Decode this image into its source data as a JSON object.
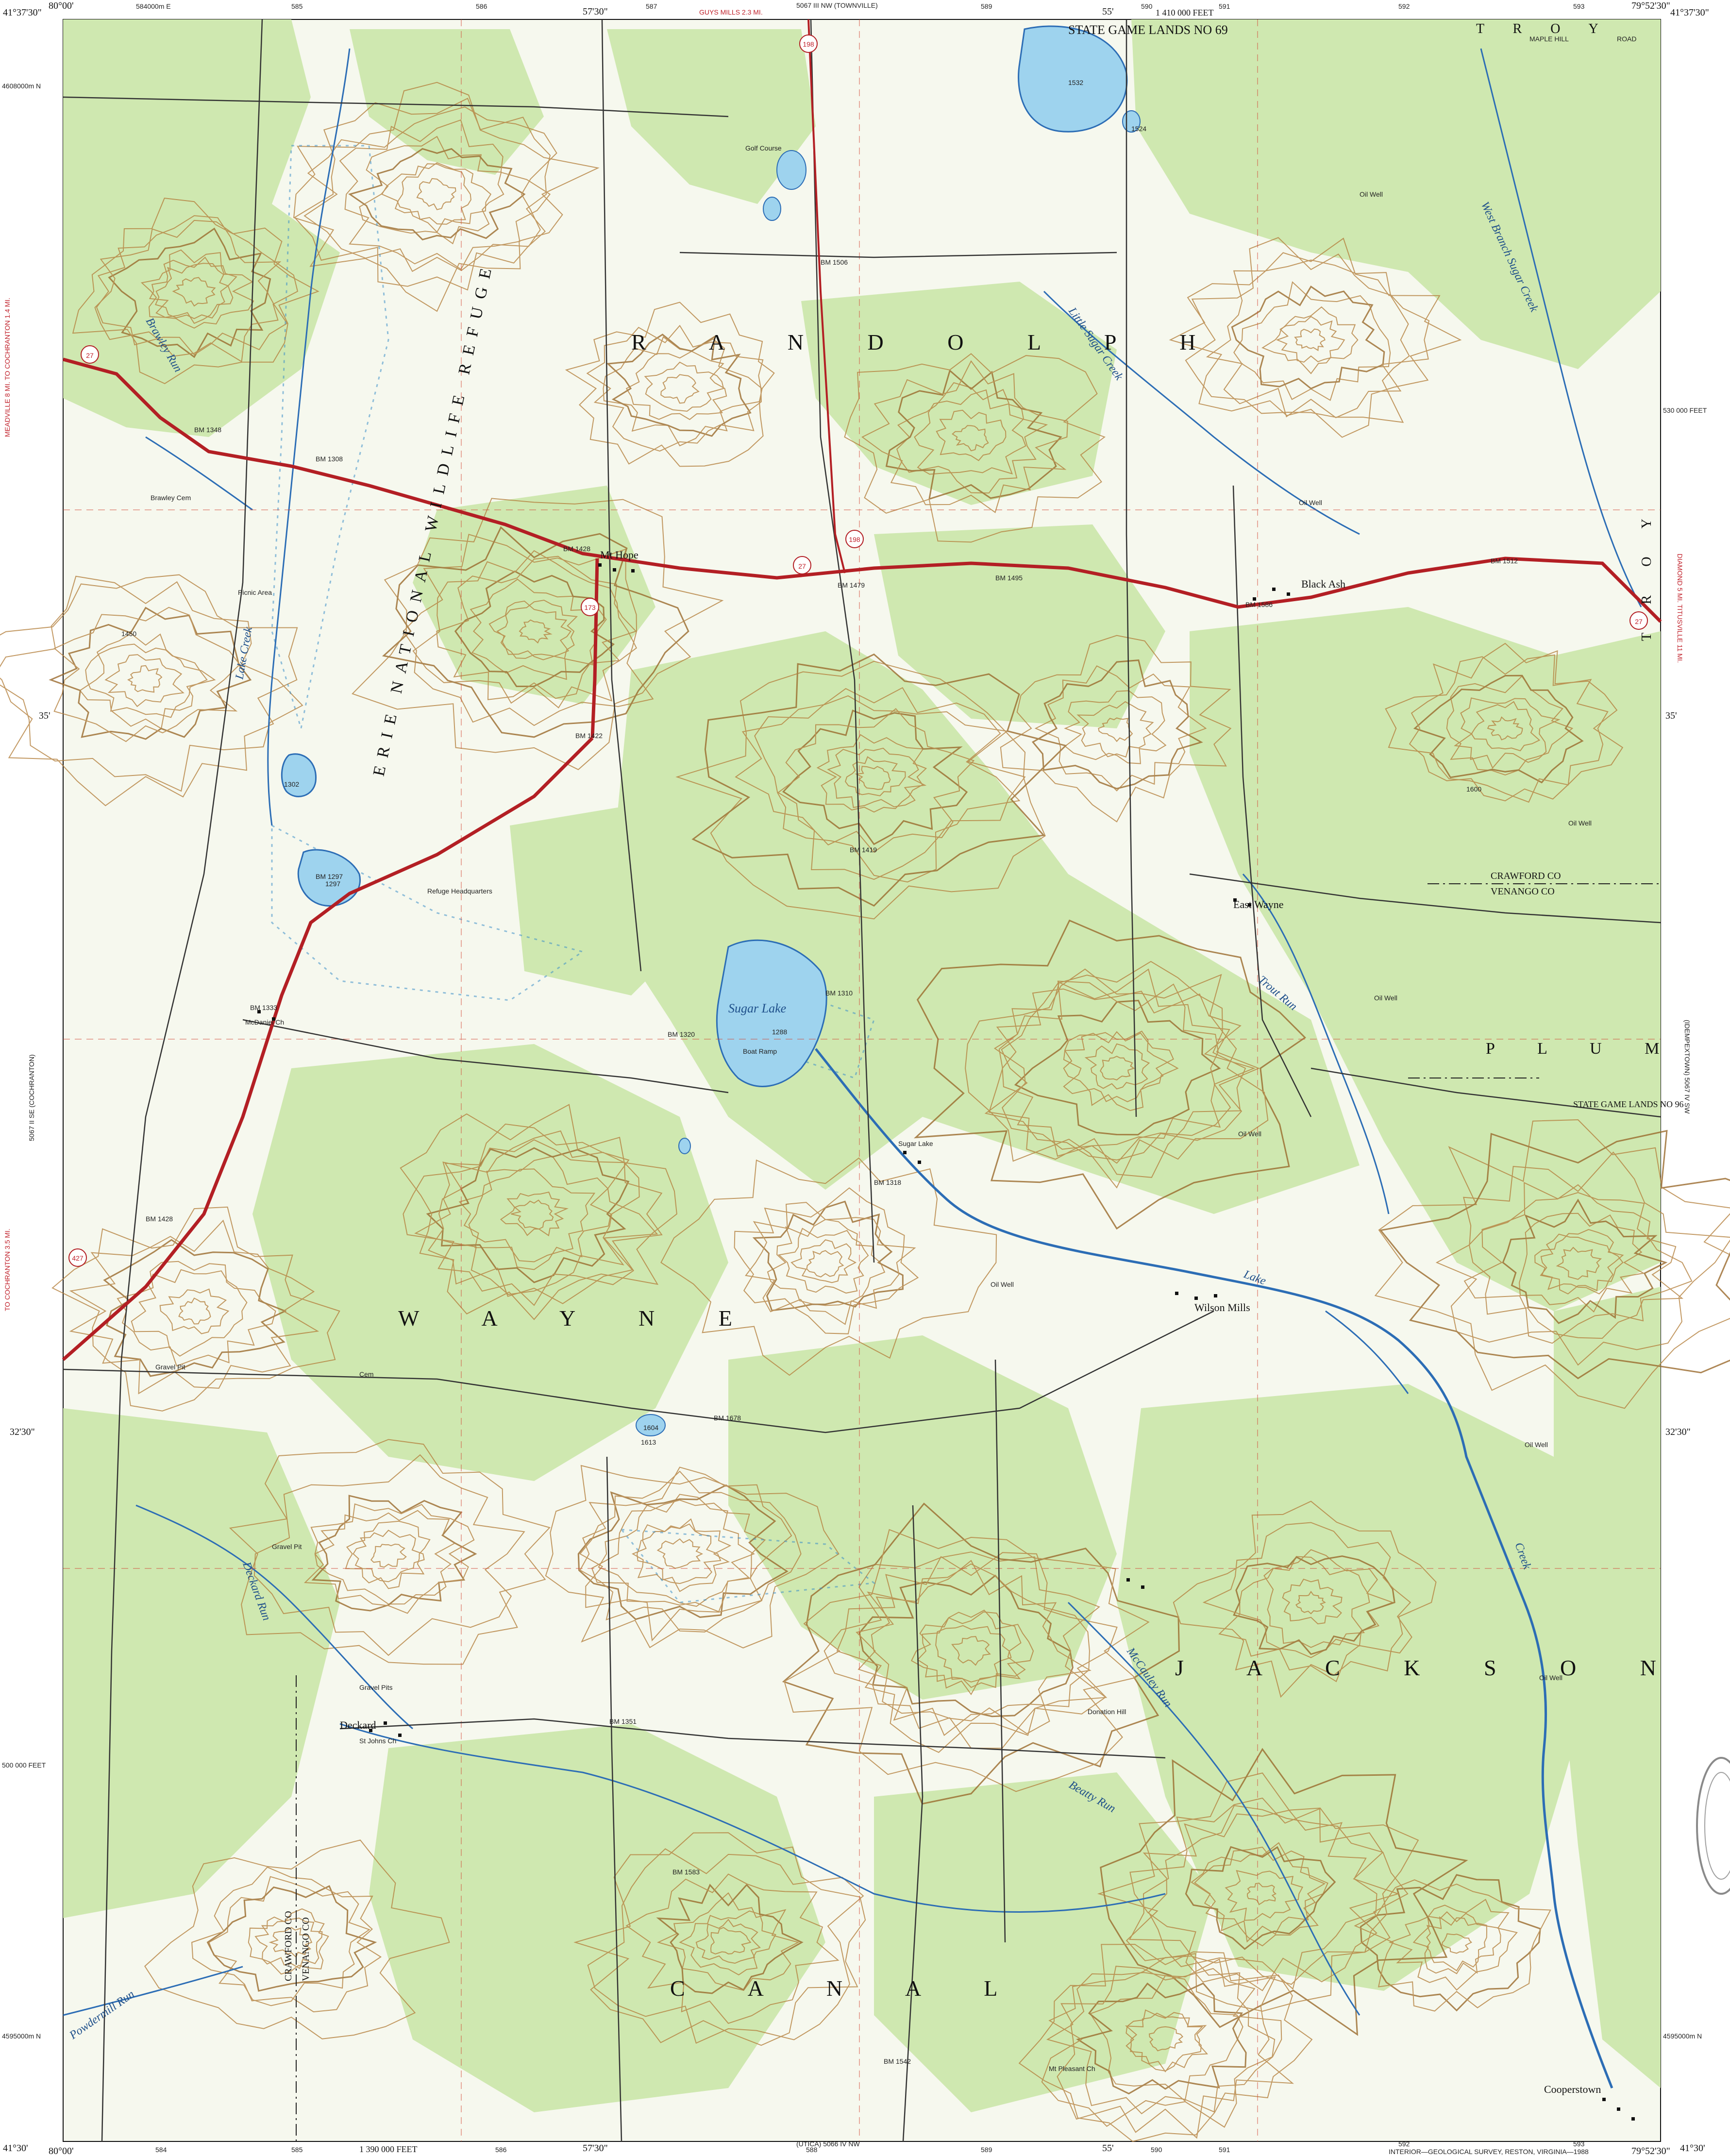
{
  "margin_labels": {
    "top_left_coord": "41°37'30\"",
    "top_left_lon": "80°00'",
    "top_right_coord": "41°37'30\"",
    "top_right_lon": "79°52'30\"",
    "bottom_left_coord": "41°30'",
    "bottom_left_lon": "80°00'",
    "bottom_right_coord": "41°30'",
    "bottom_right_lon": "79°52'30\"",
    "top_tick_57": "57'30\"",
    "top_tick_55": "55'",
    "bottom_tick_57": "57'30\"",
    "bottom_tick_55": "55'",
    "left_35": "35'",
    "right_35": "35'",
    "left_32": "32'30\"",
    "right_32": "32'30\"",
    "top_grid_1": "584000m E",
    "top_grid_2": "585",
    "top_grid_3": "586",
    "top_grid_4": "587",
    "top_grid_5": "589",
    "top_grid_6": "590",
    "top_grid_7": "591",
    "top_grid_8": "592",
    "top_grid_9": "593",
    "bottom_grid_1": "584",
    "bottom_grid_2": "585",
    "bottom_grid_3": "586",
    "bottom_grid_4": "588",
    "bottom_grid_5": "589",
    "bottom_grid_6": "590",
    "bottom_grid_7": "591",
    "bottom_grid_8": "592",
    "bottom_grid_9": "593",
    "feet_top": "1 410 000 FEET",
    "feet_bottom": "1 390 000 FEET",
    "feet_right": "530 000 FEET",
    "feet_left": "500 000 FEET",
    "north_top_left": "4608000m N",
    "north_bottom_left": "4595000m N",
    "north_bottom_right": "4595000m N",
    "top_quad": "5067 III NW (TOWNVILLE)",
    "top_guys_mills": "GUYS MILLS 2.3 MI.",
    "bottom_quad": "(UTICA) 5066 IV NW",
    "left_quad": "5067 II SE (COCHRANTON)",
    "right_quad": "(IDEMPEXTOWN) 5067 IV SW",
    "left_meadville": "MEADVILLE 8 MI. TO COCHRANTON 1.4 MI.",
    "left_cochranton": "TO COCHRANTON 3.5 MI.",
    "right_diamond": "DIAMOND 5 MI. TITUSVILLE 11 MI.",
    "credit": "INTERIOR—GEOLOGICAL SURVEY, RESTON, VIRGINIA—1988"
  },
  "townships": {
    "randolph": "R A N D O L P H",
    "wayne": "W A Y N E",
    "jackson": "J A C K S O N",
    "canal": "C A N A L",
    "plum": "P L U M",
    "troy_top": "T R O Y",
    "troy_right": "T R O Y"
  },
  "places": {
    "mt_hope": "Mt Hope",
    "black_ash": "Black Ash",
    "east_wayne": "East Wayne",
    "wilson_mills": "Wilson Mills",
    "deckard": "Deckard",
    "donation_hill": "Donation Hill",
    "cooperstown": "Cooperstown",
    "mcdaniel": "McDaniel Ch",
    "brawley_cem": "Brawley Cem",
    "picnic_area": "Picnic Area",
    "sugar_lake_place": "Sugar Lake",
    "boat_ramp": "Boat Ramp",
    "golf_course": "Golf Course",
    "st_johns": "St Johns Ch",
    "mt_pleasant": "Mt Pleasant Ch",
    "refuge_hq": "Refuge Headquarters",
    "gravel_pit_1": "Gravel Pit",
    "gravel_pit_2": "Gravel Pit",
    "gravel_pits": "Gravel Pits",
    "maple_hill": "MAPLE HILL",
    "road": "ROAD",
    "cem": "Cem"
  },
  "water": {
    "sugar_lake": "Sugar Lake",
    "sugar_lake_elev": "1288",
    "little_sugar_creek": "Little Sugar Creek",
    "west_branch": "West Branch Sugar Creek",
    "lake_creek": "Lake Creek",
    "trout_run": "Trout Run",
    "brawley_run": "Brawley Run",
    "mccauley_run": "McCauley Run",
    "beatty_run": "Beatty Run",
    "powdermill_run": "Powdermill Run",
    "deckard_run": "Deckard Run",
    "lake": "Lake",
    "creek": "Creek"
  },
  "special": {
    "refuge": "ERIE NATIONAL WILDLIFE REFUGE",
    "game_lands_69": "STATE GAME LANDS NO 69",
    "game_lands_96": "STATE GAME LANDS NO 96",
    "county_crawford": "CRAWFORD CO",
    "county_venango": "VENANGO CO",
    "county_crawford_2": "CRAWFORD CO",
    "county_venango_2": "VENANGO CO"
  },
  "routes": {
    "r27": "27",
    "r198": "198",
    "r173": "173",
    "r427": "427"
  },
  "benchmarks": [
    "BM 1506",
    "BM 1428",
    "BM 1479",
    "BM 1495",
    "BM 1586",
    "BM 1512",
    "BM 1422",
    "BM 1419",
    "BM 1310",
    "BM 1320",
    "BM 1318",
    "BM 1333",
    "BM 1678",
    "BM 1351",
    "BM 1583",
    "BM 1542",
    "BM 1348",
    "BM 1308",
    "BM 1428",
    "BM 1297"
  ],
  "spot_elevations": [
    "1532",
    "1524",
    "1302",
    "1297",
    "1604",
    "1613",
    "1450",
    "1600"
  ],
  "oil_wells": [
    "Oil Well",
    "Oil Well",
    "Oil Well",
    "Oil Well",
    "Oil Well",
    "Oil Well",
    "Oil Well",
    "Oil Well"
  ],
  "colors": {
    "forest": "#cfe8b0",
    "contour": "#b5813f",
    "contour_index": "#9a6a2c",
    "water": "#2c6db5",
    "water_fill": "#9ed3ee",
    "road_red": "#b31f24",
    "grid_red": "#d24a3a",
    "road": "#333333",
    "boundary": "#222222"
  }
}
